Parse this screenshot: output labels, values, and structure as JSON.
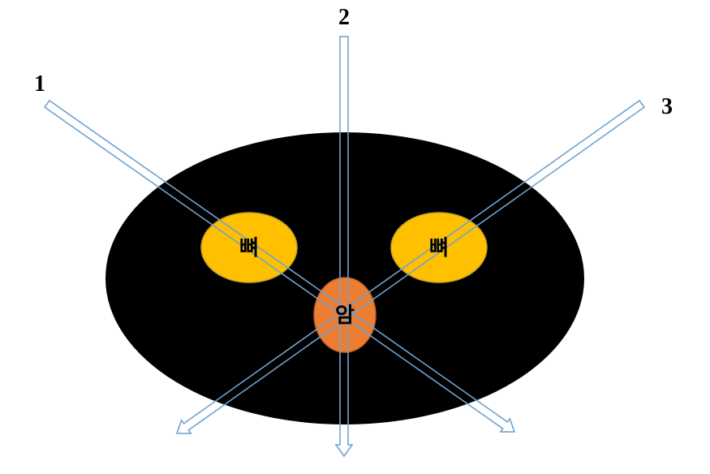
{
  "beams": [
    {
      "id": "1",
      "label": "1"
    },
    {
      "id": "2",
      "label": "2"
    },
    {
      "id": "3",
      "label": "3"
    }
  ],
  "organs": {
    "left": {
      "label": "뼈"
    },
    "right": {
      "label": "뼈"
    },
    "center": {
      "label": "암"
    }
  },
  "colors": {
    "body": "#000000",
    "bone_fill": "#FFC000",
    "bone_stroke": "#C9A227",
    "tumor_fill": "#ED7D31",
    "tumor_stroke": "#C0622A",
    "beam_stroke": "#6FA3D2",
    "beam_fill": "#ffffff"
  }
}
